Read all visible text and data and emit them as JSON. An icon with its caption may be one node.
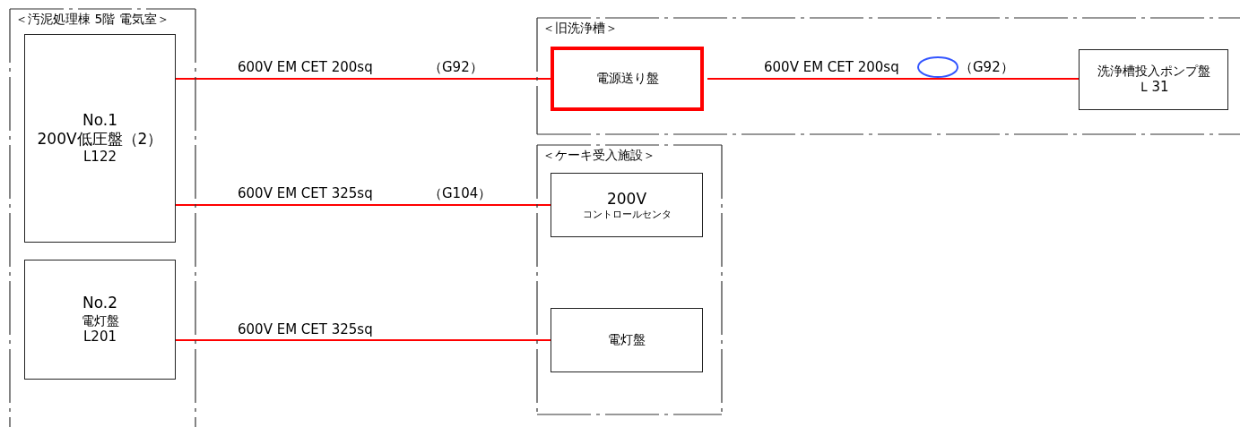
{
  "diagram": {
    "nodes": [
      {
        "text": [
          "＜汚泥処理棟 5階 電気室＞"
        ]
      },
      {
        "text": [
          "No.1",
          "200V低圧盤（2）",
          "L122"
        ],
        "in": 0
      },
      {
        "text": [
          "No.2",
          "電灯盤",
          "L201"
        ],
        "in": 0
      },
      {
        "text": [
          "＜旧洗浄槽＞"
        ]
      },
      {
        "text": [
          "電源送り盤"
        ],
        "in": 3
      },
      {
        "text": [
          "洗浄槽投入ポンプ盤",
          "Ｌ31"
        ],
        "in": 3
      },
      {
        "text": [
          "＜ケーキ受入施設＞"
        ]
      },
      {
        "text": [
          "200V",
          "コントロールセンタ"
        ],
        "in": 6
      },
      {
        "text": [
          "電灯盤"
        ],
        "in": 6
      }
    ],
    "edges": [
      {
        "from": 1,
        "to": 4,
        "arrow": "none",
        "label": "600V EM CET 200sq"
      },
      {
        "from": 4,
        "to": 5,
        "arrow": "none",
        "label": "600V EM CET 200sq"
      },
      {
        "from": 1,
        "to": 7,
        "arrow": "none",
        "label": "600V EM CET 325sq"
      },
      {
        "from": 2,
        "to": 8,
        "arrow": "none",
        "label": "600V EM CET 325sq"
      }
    ],
    "labels": [
      "（G92）",
      "（G92）",
      "（G104）"
    ]
  }
}
